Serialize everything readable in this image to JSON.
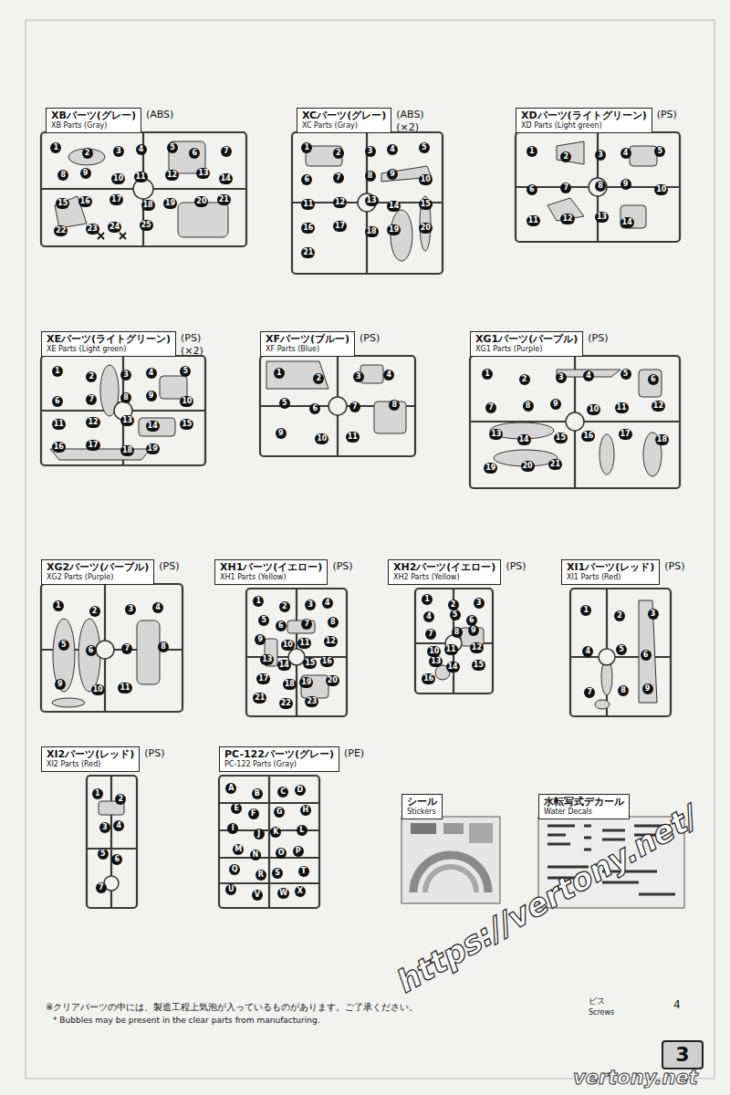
{
  "diagram": {
    "nodes": [
      {
        "text": [
          "XBパーツ(グレー)",
          "XB Parts (Gray)"
        ]
      },
      {
        "text": [
          "XCパーツ(グレー)",
          "XC Parts (Gray)"
        ]
      },
      {
        "text": [
          "XDパーツ(ライトグリーン)",
          "XD Parts (Light green)"
        ]
      },
      {
        "text": [
          "XEパーツ(ライトグリーン)",
          "XE Parts (Light green)"
        ]
      },
      {
        "text": [
          "XFパーツ(ブルー)",
          "XF Parts (Blue)"
        ]
      },
      {
        "text": [
          "XG1パーツ(パープル)",
          "XG1 Parts (Purple)"
        ]
      },
      {
        "text": [
          "XG2パーツ(パープル)",
          "XG2 Parts (Purple)"
        ]
      },
      {
        "text": [
          "XH1パーツ(イエロー)",
          "XH1 Parts (Yellow)"
        ]
      },
      {
        "text": [
          "XH2パーツ(イエロー)",
          "XH2 Parts (Yellow)"
        ]
      },
      {
        "text": [
          "XI1パーツ(レッド)",
          "XI1 Parts (Red)"
        ]
      },
      {
        "text": [
          "XI2パーツ(レッド)",
          "XI2 Parts (Red)"
        ]
      },
      {
        "text": [
          "PC-122パーツ(グレー)",
          "PC-122 Parts (Gray)"
        ]
      },
      {
        "text": [
          "シール",
          "Stickers"
        ]
      },
      {
        "text": [
          "水転写式デカール",
          "Water Decals"
        ]
      },
      {
        "text": [
          "3"
        ]
      }
    ],
    "labels": [
      "(ABS)",
      "1",
      "2",
      "3",
      "4",
      "5",
      "6",
      "7",
      "8",
      "9",
      "10",
      "11",
      "12",
      "13",
      "14",
      "15",
      "16",
      "17",
      "18",
      "19",
      "20",
      "21",
      "22",
      "23",
      "24",
      "25",
      "(ABS)",
      "(×2)",
      "1",
      "2",
      "3",
      "4",
      "5",
      "6",
      "7",
      "8",
      "9",
      "10",
      "11",
      "12",
      "13",
      "14",
      "15",
      "16",
      "17",
      "18",
      "19",
      "20",
      "21",
      "(PS)",
      "1",
      "2",
      "3",
      "4",
      "5",
      "6",
      "7",
      "8",
      "9",
      "10",
      "11",
      "12",
      "13",
      "14",
      "(PS)",
      "(×2)",
      "1",
      "2",
      "3",
      "4",
      "5",
      "6",
      "7",
      "8",
      "9",
      "10",
      "11",
      "12",
      "13",
      "14",
      "15",
      "16",
      "17",
      "18",
      "19",
      "(PS)",
      "1",
      "2",
      "3",
      "4",
      "5",
      "6",
      "7",
      "8",
      "9",
      "10",
      "11",
      "(PS)",
      "1",
      "2",
      "3",
      "4",
      "5",
      "6",
      "7",
      "8",
      "9",
      "10",
      "11",
      "12",
      "13",
      "14",
      "15",
      "16",
      "17",
      "18",
      "19",
      "20",
      "21",
      "(PS)",
      "1",
      "2",
      "3",
      "4",
      "5",
      "6",
      "7",
      "8",
      "9",
      "10",
      "11",
      "(PS)",
      "1",
      "2",
      "3",
      "4",
      "5",
      "6",
      "7",
      "8",
      "9",
      "10",
      "11",
      "12",
      "13",
      "14",
      "15",
      "16",
      "17",
      "18",
      "19",
      "20",
      "21",
      "22",
      "23",
      "(PS)",
      "1",
      "2",
      "3",
      "4",
      "5",
      "6",
      "7",
      "8",
      "9",
      "10",
      "11",
      "12",
      "13",
      "14",
      "15",
      "16",
      "(PS)",
      "1",
      "2",
      "3",
      "4",
      "5",
      "6",
      "7",
      "8",
      "9",
      "(PS)",
      "1",
      "2",
      "3",
      "4",
      "5",
      "6",
      "7",
      "(PE)",
      "A",
      "B",
      "C",
      "D",
      "E",
      "F",
      "G",
      "H",
      "I",
      "J",
      "K",
      "L",
      "M",
      "N",
      "O",
      "P",
      "Q",
      "R",
      "S",
      "T",
      "U",
      "V",
      "W",
      "X",
      "※クリアパーツの中には、製造工程上気泡が入っているものがあります。ご了承ください。",
      "* Bubbles may be present in the clear parts from manufacturing.",
      "ビス",
      "Screws",
      "4",
      "https://vertony.net/",
      "vertony.net"
    ]
  }
}
